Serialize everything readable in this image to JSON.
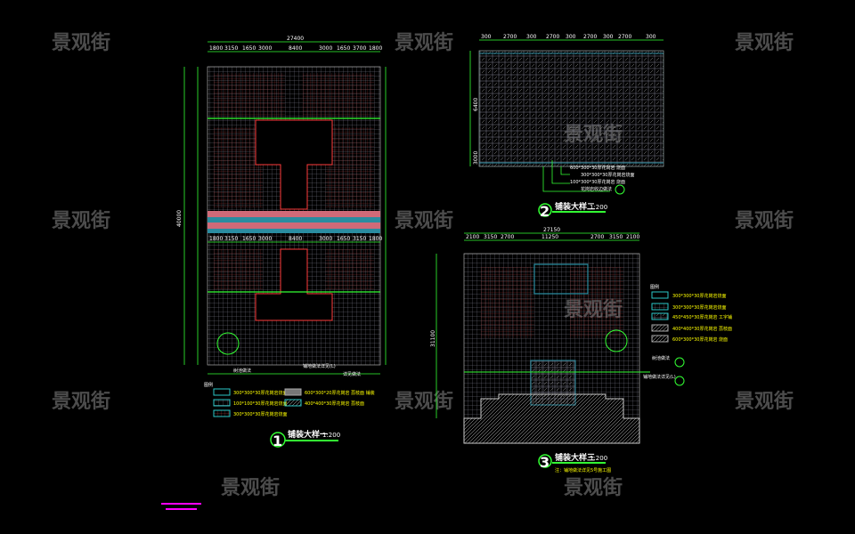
{
  "watermark": "景观街",
  "colors": {
    "dim": "#33ff33",
    "grid": "#8a8a9a",
    "red": "#ff3b3b",
    "band_pink": "#d06a78",
    "band_blue": "#2a8ca0",
    "legend_text": "#ffff00",
    "magenta": "#ff00ff"
  },
  "plan1": {
    "total": "27400",
    "top_dims": [
      "1800",
      "3150",
      "1650",
      "3000",
      "8400",
      "3000",
      "1650",
      "3700",
      "1800"
    ],
    "mid_dims": [
      "1800",
      "3150",
      "1650",
      "3000",
      "8400",
      "3000",
      "1650",
      "3150",
      "1800"
    ],
    "left_total": "40000",
    "legend_title": "图例",
    "legend": [
      "300*300*30厚花岗岩烧面",
      "100*100*30厚花岗岩烧面",
      "300*300*30厚花岗岩烧面",
      "600*300*20厚花岗岩 荔枝面 铺装",
      "400*400*30厚花岗岩 荔枝面"
    ],
    "title": "铺装大样一",
    "scale": "1:200",
    "number": "1",
    "callouts": [
      "树池做法",
      "铺地做法详见(L)",
      "详见做法"
    ]
  },
  "plan2": {
    "top_dims": [
      "300",
      "2700",
      "300",
      "2700",
      "300",
      "2700",
      "300",
      "2700",
      "300"
    ],
    "left_dims": [
      "6400",
      "3000"
    ],
    "callouts": [
      "600*300*30厚花岗岩 烧面",
      "300*300*30厚花岗岩烧面",
      "100*300*30厚花岗岩 烧面",
      "花岗岩收边做法"
    ],
    "title": "铺装大样二",
    "scale": "1:200",
    "number": "2"
  },
  "plan3": {
    "total": "27150",
    "top_dims": [
      "2100",
      "3150",
      "2700",
      "11250",
      "2700",
      "3150",
      "2100"
    ],
    "left_total": "31100",
    "legend_title": "图例",
    "legend": [
      "300*300*30厚花岗岩烧面",
      "300*300*30厚花岗岩烧面",
      "450*450*30厚花岗岩 工字铺",
      "400*400*30厚花岗岩 荔枝面",
      "600*300*30厚花岗岩 烧面"
    ],
    "callouts": [
      "树池做法",
      "铺地做法详见(L)"
    ],
    "title": "铺装大样三",
    "scale": "1:200",
    "number": "3",
    "note": "注：铺地做法详见5号施工图"
  }
}
